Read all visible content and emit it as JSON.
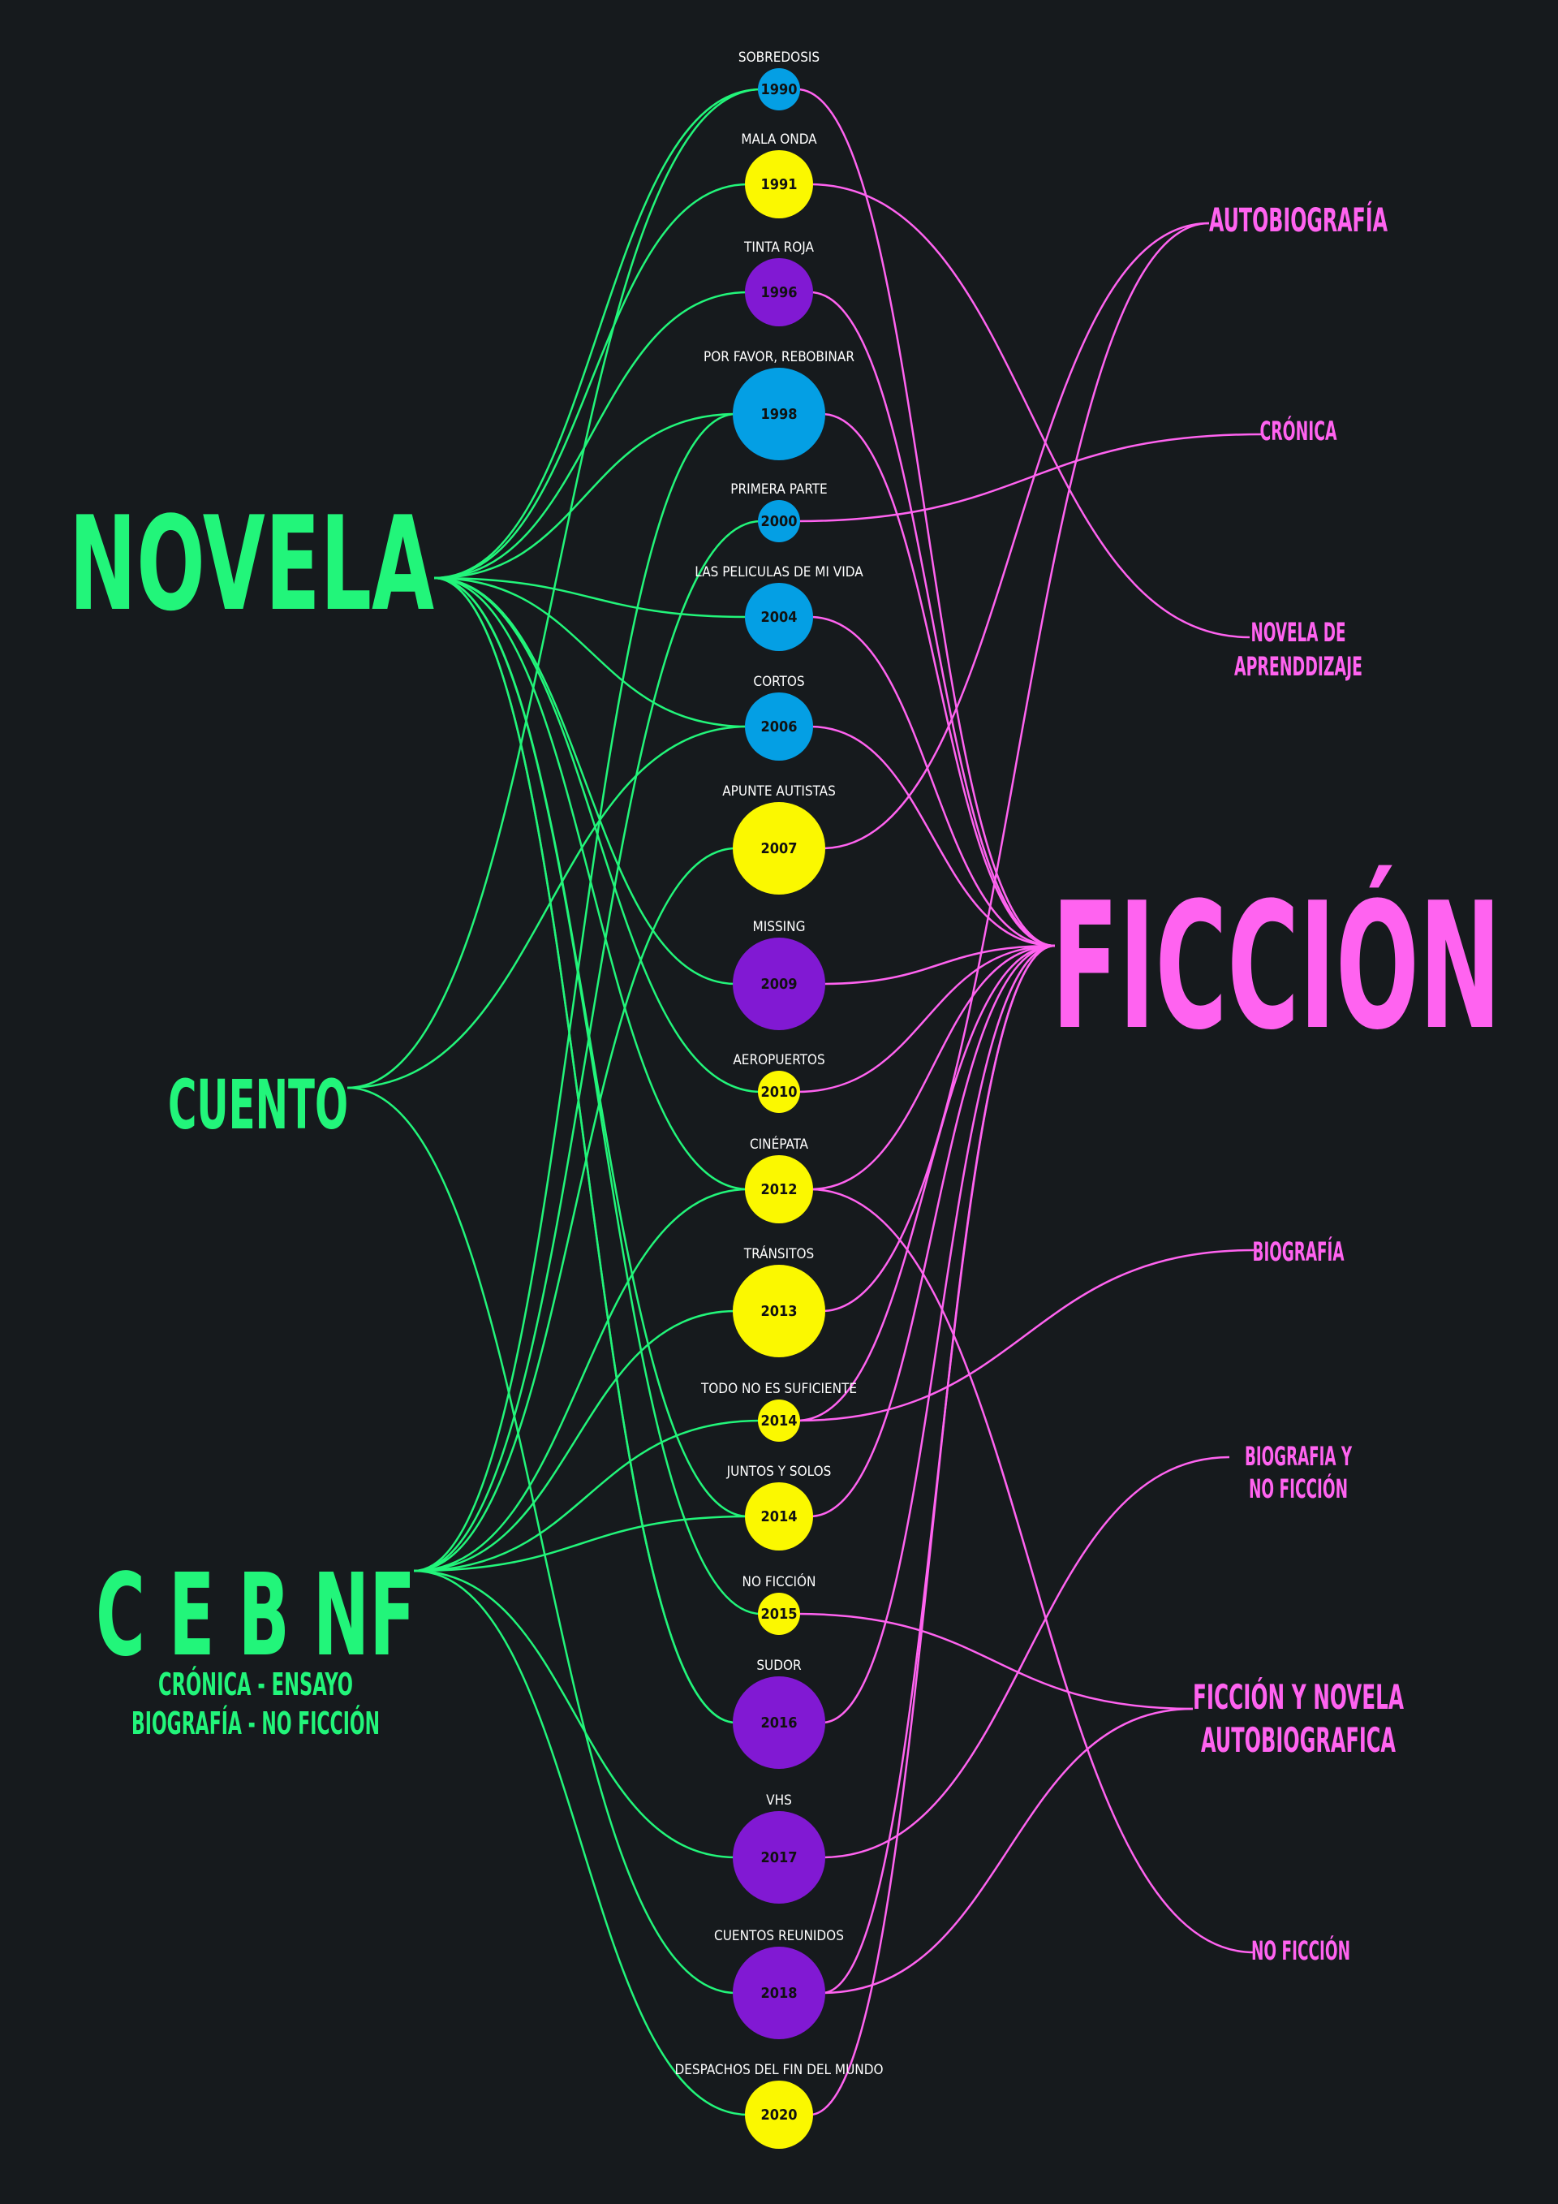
{
  "colors": {
    "background": "#161a1d",
    "genre_green": "#22f57a",
    "genre_pink": "#ff63f0",
    "node_blue": "#049fe4",
    "node_yellow": "#fbf800",
    "node_purple": "#8119d3"
  },
  "left_groups": [
    {
      "id": "novela",
      "label": "NOVELA"
    },
    {
      "id": "cuento",
      "label": "CUENTO"
    },
    {
      "id": "cebnf",
      "label": "C E B NF",
      "sublabel_1": "CRÓNICA - ENSAYO",
      "sublabel_2": "BIOGRAFÍA - NO FICCIÓN"
    }
  ],
  "right_groups": [
    {
      "id": "autobiografia",
      "label": "AUTOBIOGRAFÍA"
    },
    {
      "id": "cronica",
      "label": "CRÓNICA"
    },
    {
      "id": "aprendizaje",
      "label_1": "NOVELA DE",
      "label_2": "APRENDDIZAJE"
    },
    {
      "id": "ficcion",
      "label": "FICCIÓN"
    },
    {
      "id": "biografia",
      "label": "BIOGRAFÍA"
    },
    {
      "id": "biografia_nf",
      "label_1": "BIOGRAFIA Y",
      "label_2": "NO FICCIÓN"
    },
    {
      "id": "ficcion_auto",
      "label_1": "FICCIÓN Y NOVELA",
      "label_2": "AUTOBIOGRAFICA"
    },
    {
      "id": "no_ficcion",
      "label": "NO FICCIÓN"
    }
  ],
  "books": [
    {
      "title": "SOBREDOSIS",
      "year": "1990",
      "color": "blue",
      "form": "cuento",
      "genre": "ficcion"
    },
    {
      "title": "MALA ONDA",
      "year": "1991",
      "color": "yellow",
      "form": "novela",
      "genre": "aprendizaje"
    },
    {
      "title": "TINTA ROJA",
      "year": "1996",
      "color": "purple",
      "form": "novela",
      "genre": "ficcion"
    },
    {
      "title": "POR FAVOR, REBOBINAR",
      "year": "1998",
      "color": "blue",
      "form": "novela",
      "genre": "ficcion"
    },
    {
      "title": "PRIMERA PARTE",
      "year": "2000",
      "color": "blue",
      "form": "cebnf",
      "genre": "cronica"
    },
    {
      "title": "LAS PELICULAS DE MI VIDA",
      "year": "2004",
      "color": "blue",
      "form": "novela",
      "genre": "ficcion"
    },
    {
      "title": "CORTOS",
      "year": "2006",
      "color": "blue",
      "form": "cuento",
      "genre": "ficcion"
    },
    {
      "title": "APUNTE AUTISTAS",
      "year": "2007",
      "color": "yellow",
      "form": "cebnf",
      "genre": "autobiografia"
    },
    {
      "title": "MISSING",
      "year": "2009",
      "color": "purple",
      "form": "novela",
      "genre": "ficcion"
    },
    {
      "title": "AEROPUERTOS",
      "year": "2010",
      "color": "yellow",
      "form": "novela",
      "genre": "ficcion"
    },
    {
      "title": "CINÉPATA",
      "year": "2012",
      "color": "yellow",
      "form": "cebnf",
      "genre": "no_ficcion"
    },
    {
      "title": "TRÁNSITOS",
      "year": "2013",
      "color": "yellow",
      "form": "cebnf",
      "genre": "autobiografia"
    },
    {
      "title": "TODO NO ES SUFICIENTE",
      "year": "2014",
      "color": "yellow",
      "form": "cebnf",
      "genre": "biografia"
    },
    {
      "title": "JUNTOS Y SOLOS",
      "year": "2014",
      "color": "yellow",
      "form": "cebnf",
      "genre": "ficcion"
    },
    {
      "title": "NO FICCIÓN",
      "year": "2015",
      "color": "yellow",
      "form": "novela",
      "genre": "ficcion_auto"
    },
    {
      "title": "SUDOR",
      "year": "2016",
      "color": "purple",
      "form": "novela",
      "genre": "ficcion"
    },
    {
      "title": "VHS",
      "year": "2017",
      "color": "purple",
      "form": "cebnf",
      "genre": "biografia_nf"
    },
    {
      "title": "CUENTOS REUNIDOS",
      "year": "2018",
      "color": "purple",
      "form": "cuento",
      "genre": "ficcion"
    },
    {
      "title": "DESPACHOS DEL FIN DEL MUNDO",
      "year": "2020",
      "color": "yellow",
      "form": "cebnf",
      "genre": "ficcion"
    }
  ]
}
